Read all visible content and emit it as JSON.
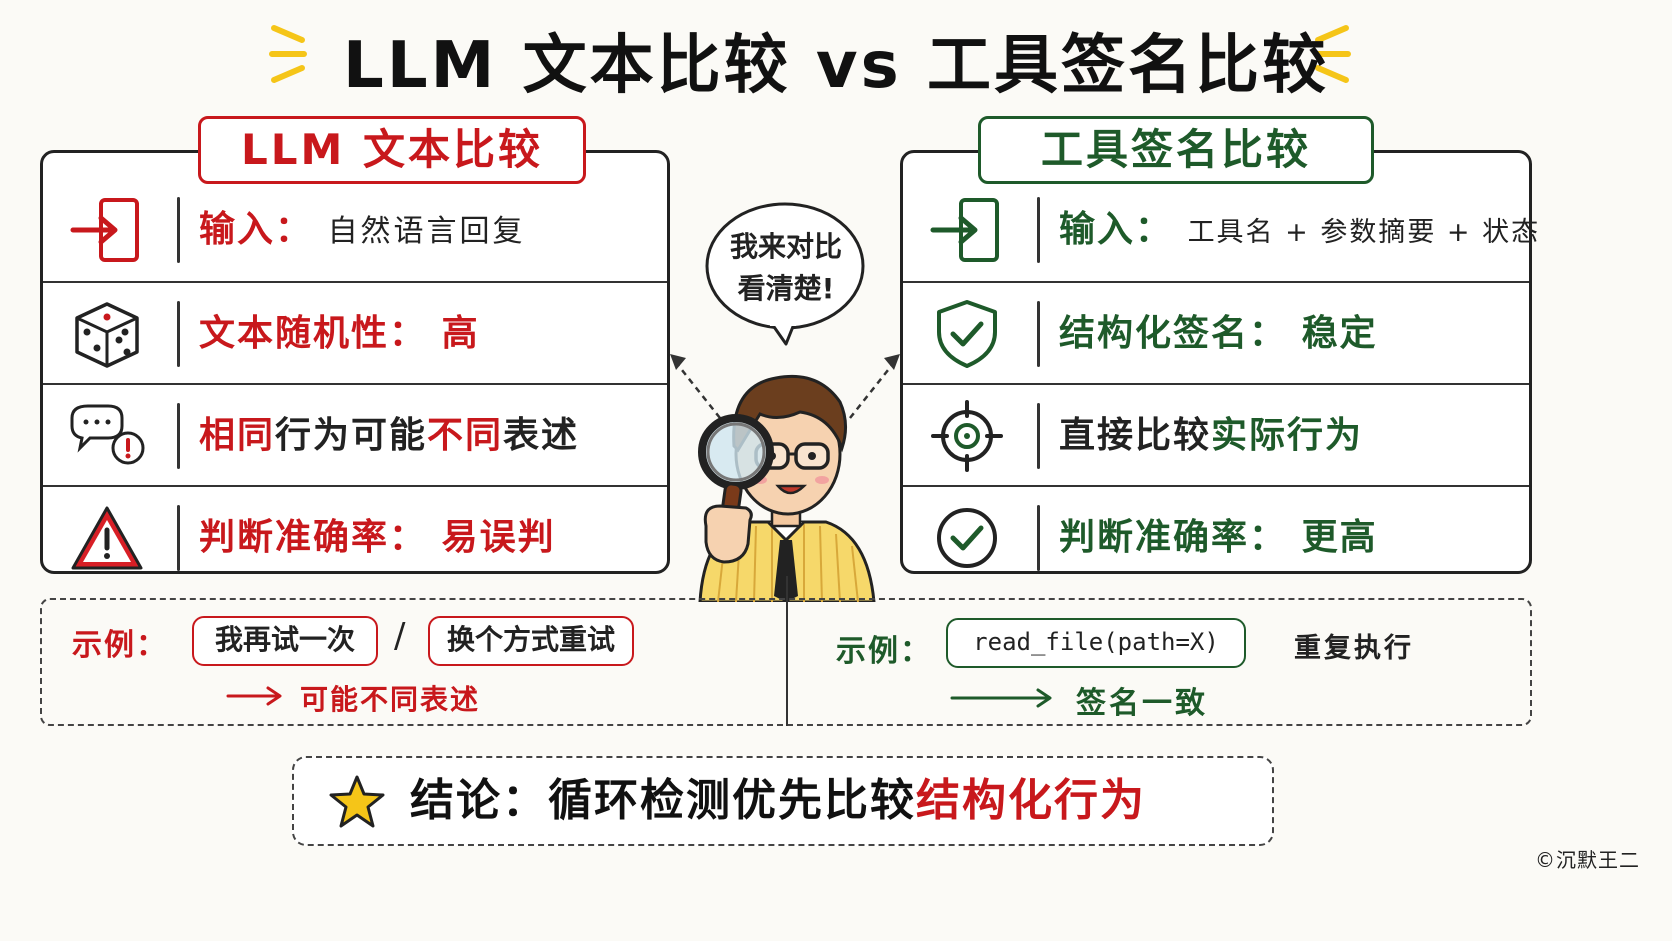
{
  "title": "LLM 文本比较 vs 工具签名比较",
  "left_panel": {
    "tag": "LLM 文本比较",
    "rows": [
      {
        "label": "输入：",
        "value": "自然语言回复",
        "icon": "enter-icon"
      },
      {
        "label": "文本随机性：",
        "value": "高",
        "icon": "dice-icon"
      },
      {
        "label_a": "相同",
        "label_b": "行为可能",
        "label_c": "不同",
        "label_d": "表述",
        "icon": "chat-alert-icon"
      },
      {
        "label": "判断准确率：",
        "value": "易误判",
        "icon": "warning-icon"
      }
    ]
  },
  "right_panel": {
    "tag": "工具签名比较",
    "rows": [
      {
        "label": "输入：",
        "value": "工具名 + 参数摘要 + 状态",
        "icon": "enter-icon"
      },
      {
        "label": "结构化签名：",
        "value": "稳定",
        "icon": "shield-check-icon"
      },
      {
        "label_a": "直接比较",
        "label_b": "实际行为",
        "icon": "target-icon"
      },
      {
        "label": "判断准确率：",
        "value": "更高",
        "icon": "check-circle-icon"
      }
    ]
  },
  "speech_bubble": {
    "line1": "我来对比",
    "line2": "看清楚!"
  },
  "left_example": {
    "label": "示例：",
    "bubble1": "我再试一次",
    "slash": "/",
    "bubble2": "换个方式重试",
    "result": "可能不同表述"
  },
  "right_example": {
    "label": "示例：",
    "code": "read_file(path=X)",
    "suffix": "重复执行",
    "result": "签名一致"
  },
  "conclusion": {
    "prefix": "结论：",
    "middle": "循环检测优先比较",
    "highlight": "结构化行为"
  },
  "watermark": "©沉默王二",
  "colors": {
    "red": "#c8181c",
    "green": "#1e5a2a",
    "star": "#f5c518"
  }
}
